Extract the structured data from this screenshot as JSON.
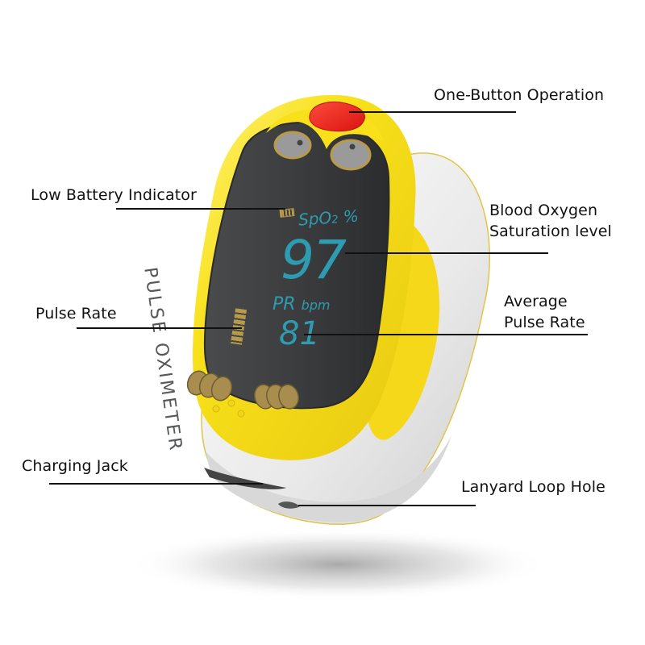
{
  "product": {
    "name": "Pulse Oximeter",
    "body_color": "#F8E11B",
    "base_color": "#EDEDED",
    "screen_color": "#3A3B3D",
    "button_color": "#E8231E",
    "display_text_color": "#2E9BB0",
    "indicator_color": "#B79A4A"
  },
  "display": {
    "brand_vertical_text": "PULSE OXIMETER",
    "spo2_label": "SpO",
    "spo2_sub": "2",
    "spo2_unit": "%",
    "spo2_value": "97",
    "pr_label": "PR",
    "pr_unit": "bpm",
    "pr_value": "81",
    "battery_icon": "battery-icon",
    "pulse_bar_icon": "pulse-bar-icon"
  },
  "callouts": {
    "one_button": {
      "text": "One-Button Operation"
    },
    "low_battery": {
      "text": "Low Battery Indicator"
    },
    "spo2": {
      "line1": "Blood Oxygen",
      "line2": "Saturation level"
    },
    "pulse_rate": {
      "text": "Pulse Rate"
    },
    "avg_pulse": {
      "line1": "Average",
      "line2": "Pulse Rate"
    },
    "charging_jack": {
      "text": "Charging Jack"
    },
    "lanyard": {
      "text": "Lanyard Loop Hole"
    }
  }
}
